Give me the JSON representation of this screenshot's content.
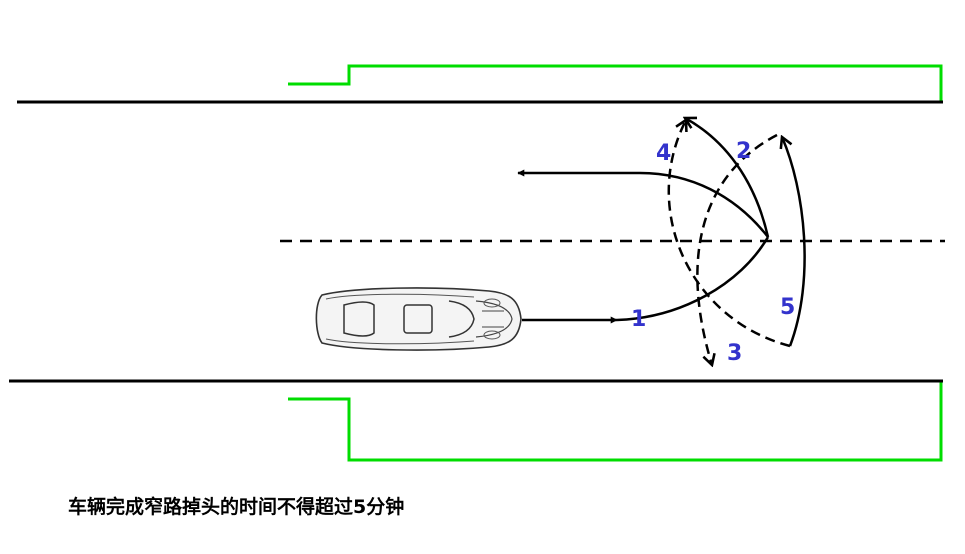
{
  "caption": "车辆完成窄路掉头的时间不得超过5分钟",
  "step_labels": [
    "1",
    "2",
    "3",
    "4",
    "5"
  ],
  "colors": {
    "road_edge": "#000000",
    "boundary": "#00dd00",
    "path": "#000000",
    "label": "#3333cc",
    "background": "#ffffff"
  },
  "icons": [
    "car-icon"
  ]
}
